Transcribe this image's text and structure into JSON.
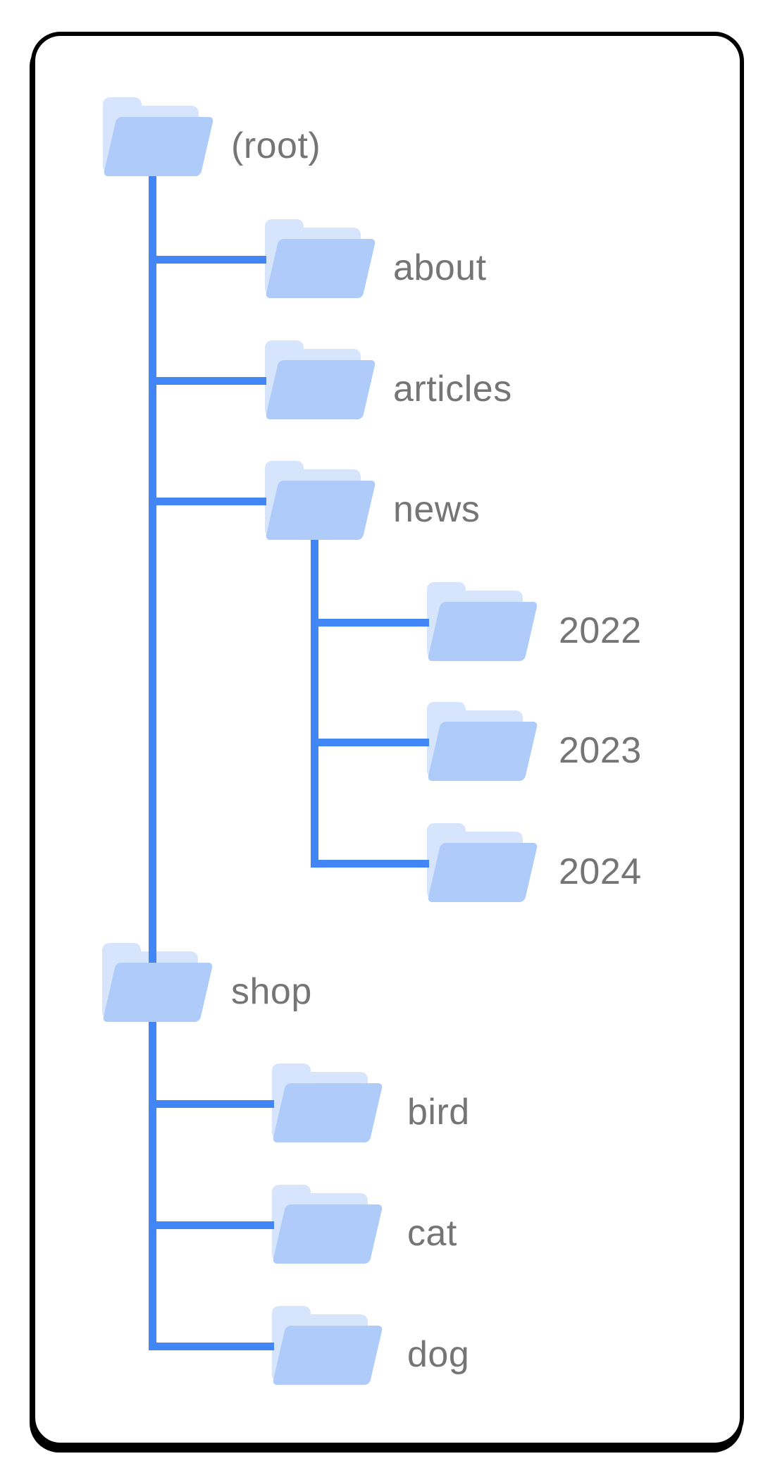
{
  "nodes": {
    "root": {
      "label": "(root)",
      "children": [
        "about",
        "articles",
        "news",
        "shop"
      ]
    },
    "about": {
      "label": "about",
      "children": []
    },
    "articles": {
      "label": "articles",
      "children": []
    },
    "news": {
      "label": "news",
      "children": [
        "2022",
        "2023",
        "2024"
      ]
    },
    "y2022": {
      "label": "2022",
      "children": []
    },
    "y2023": {
      "label": "2023",
      "children": []
    },
    "y2024": {
      "label": "2024",
      "children": []
    },
    "shop": {
      "label": "shop",
      "children": [
        "bird",
        "cat",
        "dog"
      ]
    },
    "bird": {
      "label": "bird",
      "children": []
    },
    "cat": {
      "label": "cat",
      "children": []
    },
    "dog": {
      "label": "dog",
      "children": []
    }
  },
  "colors": {
    "connector_blue": "#4285f4",
    "folder_front_blue": "#aecbfa",
    "folder_back_blue": "#d7e5fc",
    "label_gray": "#757575",
    "card_border_black": "#000000",
    "background_white": "#ffffff"
  }
}
